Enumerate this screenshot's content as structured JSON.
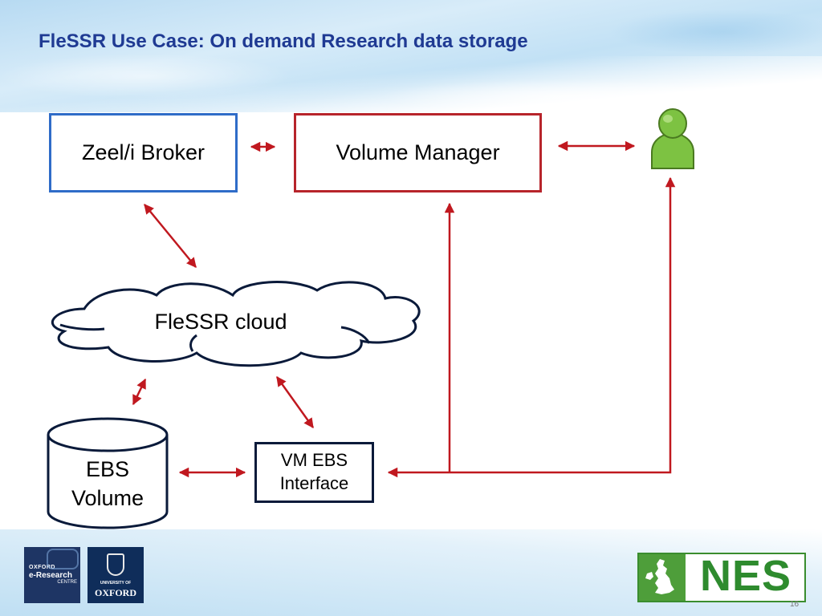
{
  "slide": {
    "title": "FleSSR Use Case: On demand Research data storage",
    "page_number": "16"
  },
  "nodes": {
    "broker": "Zeel/i Broker",
    "volume_manager": "Volume Manager",
    "cloud": "FleSSR cloud",
    "ebs_volume_line1": "EBS",
    "ebs_volume_line2": "Volume",
    "vm_ebs_line1": "VM EBS",
    "vm_ebs_line2": "Interface"
  },
  "logos": {
    "oerc_line1": "OXFORD",
    "oerc_line2": "e-Research",
    "oerc_line3": "CENTRE",
    "oxford_line1": "UNIVERSITY OF",
    "oxford_line2": "OXFORD",
    "nes": "NES"
  },
  "colors": {
    "title": "#1f3a93",
    "broker_border": "#2f6cc8",
    "manager_border": "#b7242b",
    "arrow": "#c0181f",
    "user": "#7dc242",
    "nes_green": "#2e8b2e"
  }
}
